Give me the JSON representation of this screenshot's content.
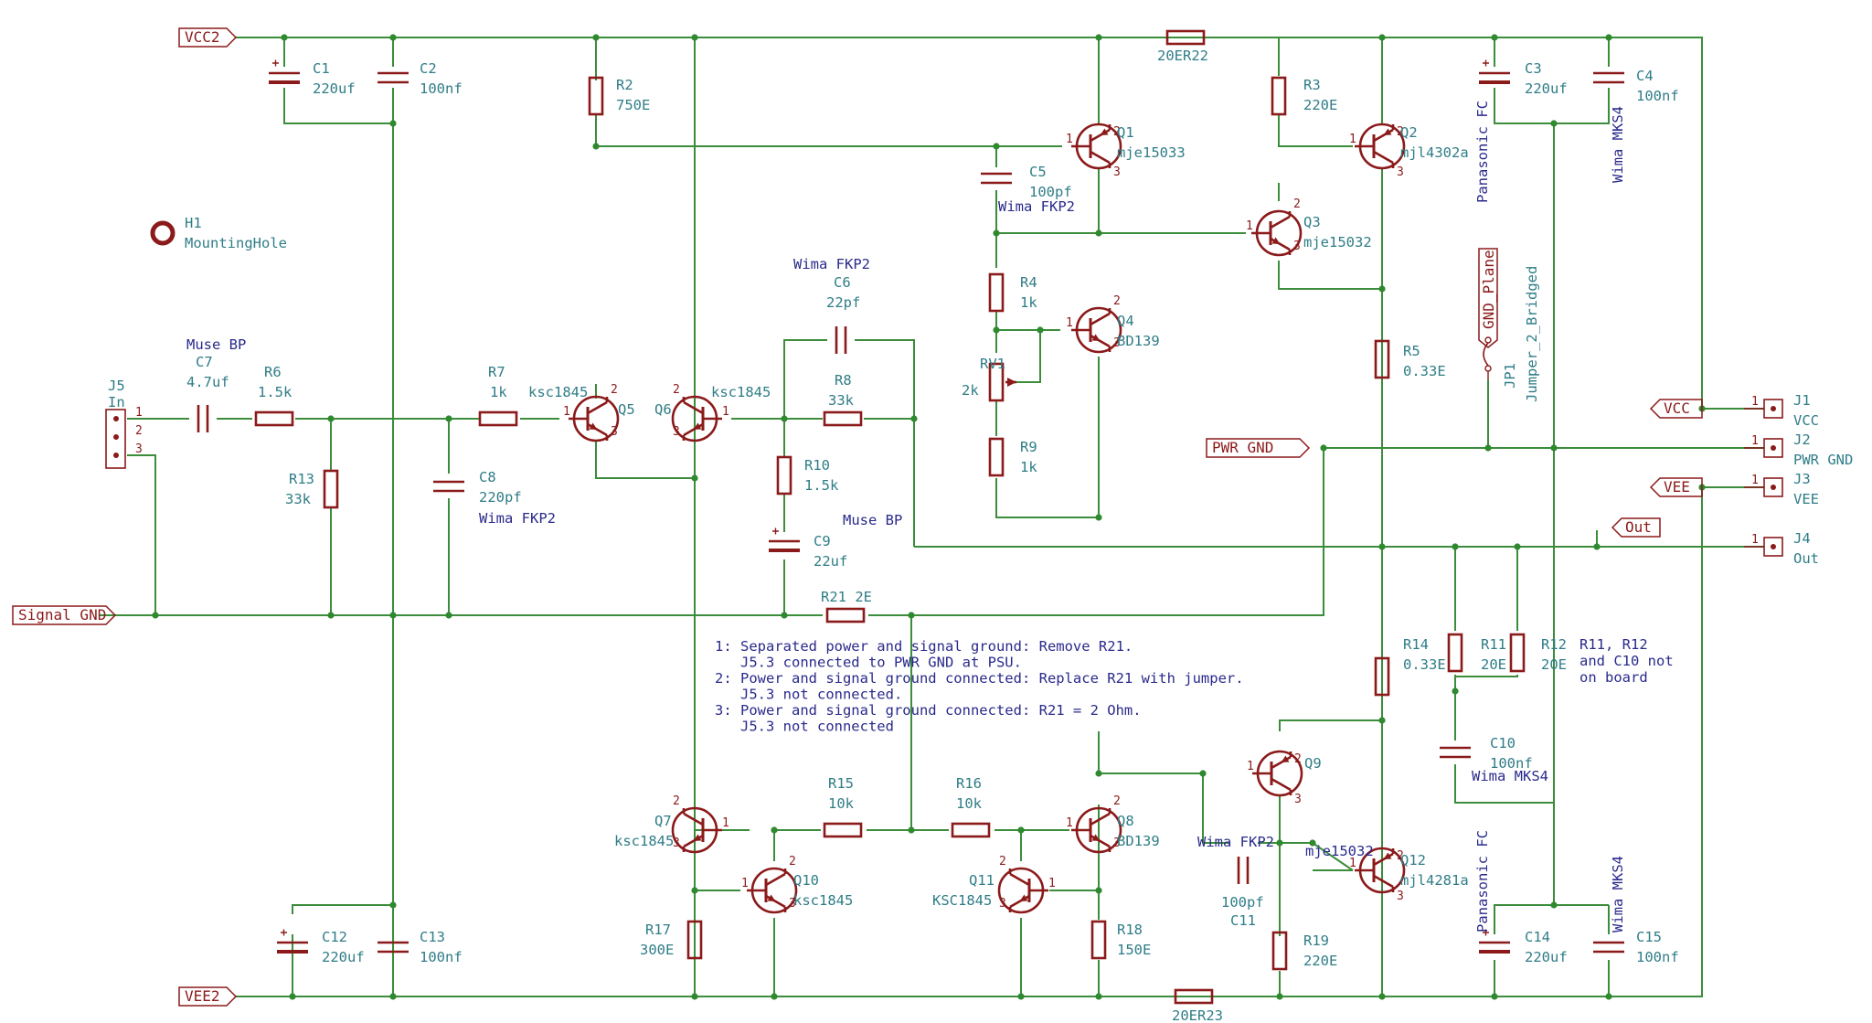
{
  "labels": {
    "vcc2": "VCC2",
    "vee2": "VEE2",
    "signal_gnd": "Signal GND",
    "pwr_gnd": "PWR GND",
    "vcc": "VCC",
    "vee": "VEE",
    "out": "Out",
    "gnd_plane": "GND_Plane"
  },
  "components": {
    "c1": {
      "ref": "C1",
      "val": "220uf"
    },
    "c2": {
      "ref": "C2",
      "val": "100nf"
    },
    "r2": {
      "ref": "R2",
      "val": "750E"
    },
    "q1": {
      "ref": "Q1",
      "val": "mje15033"
    },
    "c5": {
      "ref": "C5",
      "val": "100pf",
      "note": "Wima FKP2"
    },
    "r22": {
      "val": "20ER22"
    },
    "r3": {
      "ref": "R3",
      "val": "220E"
    },
    "q2": {
      "ref": "Q2",
      "val": "mjl4302a"
    },
    "c3": {
      "ref": "C3",
      "val": "220uf",
      "note": "Panasonic FC"
    },
    "c4": {
      "ref": "C4",
      "val": "100nf",
      "note": "Wima MKS4"
    },
    "h1": {
      "ref": "H1",
      "val": "MountingHole"
    },
    "q3": {
      "ref": "Q3",
      "val": "mje15032"
    },
    "c6": {
      "ref": "C6",
      "val": "22pf",
      "note": "Wima FKP2"
    },
    "r4": {
      "ref": "R4",
      "val": "1k"
    },
    "q4": {
      "ref": "Q4",
      "val": "BD139"
    },
    "c7": {
      "ref": "C7",
      "val": "4.7uf",
      "note": "Muse BP"
    },
    "r6": {
      "ref": "R6",
      "val": "1.5k"
    },
    "r7": {
      "ref": "R7",
      "val": "1k"
    },
    "q5": {
      "ref": "Q5",
      "val": "ksc1845"
    },
    "q6": {
      "ref": "Q6",
      "val": "ksc1845"
    },
    "r8": {
      "ref": "R8",
      "val": "33k"
    },
    "rv1": {
      "ref": "RV1",
      "val": "2k"
    },
    "r5": {
      "ref": "R5",
      "val": "0.33E"
    },
    "jp1": {
      "ref": "JP1",
      "val": "Jumper_2_Bridged"
    },
    "j5": {
      "ref": "J5",
      "val": "In"
    },
    "j1": {
      "ref": "J1",
      "val": "VCC"
    },
    "j2": {
      "ref": "J2",
      "val": "PWR GND"
    },
    "j3": {
      "ref": "J3",
      "val": "VEE"
    },
    "j4": {
      "ref": "J4",
      "val": "Out"
    },
    "r13": {
      "ref": "R13",
      "val": "33k"
    },
    "c8": {
      "ref": "C8",
      "val": "220pf",
      "note": "Wima FKP2"
    },
    "r10": {
      "ref": "R10",
      "val": "1.5k"
    },
    "r9": {
      "ref": "R9",
      "val": "1k"
    },
    "c9": {
      "ref": "C9",
      "val": "22uf",
      "note": "Muse BP"
    },
    "r21": {
      "val": "R21 2E"
    },
    "r14": {
      "ref": "R14",
      "val": "0.33E"
    },
    "r11": {
      "ref": "R11",
      "val": "20E"
    },
    "r12": {
      "ref": "R12",
      "val": "20E"
    },
    "r1112_note": [
      "R11, R12",
      "and C10 not",
      "on board"
    ],
    "c10": {
      "ref": "C10",
      "val": "100nf",
      "note": "Wima MKS4"
    },
    "q9": {
      "ref": "Q9"
    },
    "q7": {
      "ref": "Q7",
      "val": "ksc1845"
    },
    "r15": {
      "ref": "R15",
      "val": "10k"
    },
    "r16": {
      "ref": "R16",
      "val": "10k"
    },
    "q8": {
      "ref": "Q8",
      "val": "BD139"
    },
    "c11": {
      "ref": "C11",
      "val": "100pf",
      "note": "Wima FKP2"
    },
    "q12": {
      "ref": "Q12",
      "val": "mjl4281a",
      "note": "mje15032"
    },
    "q10": {
      "ref": "Q10",
      "val": "ksc1845"
    },
    "q11": {
      "ref": "Q11",
      "val": "KSC1845"
    },
    "r17": {
      "ref": "R17",
      "val": "300E"
    },
    "r18": {
      "ref": "R18",
      "val": "150E"
    },
    "r19": {
      "ref": "R19",
      "val": "220E"
    },
    "c12": {
      "ref": "C12",
      "val": "220uf"
    },
    "c13": {
      "ref": "C13",
      "val": "100nf"
    },
    "c14": {
      "ref": "C14",
      "val": "220uf",
      "note": "Panasonic FC"
    },
    "c15": {
      "ref": "C15",
      "val": "100nf",
      "note": "Wima MKS4"
    },
    "r23": {
      "val": "20ER23"
    }
  },
  "notes": [
    "1: Separated power and signal ground: Remove R21.",
    "   J5.3 connected to PWR GND at PSU.",
    "2: Power and signal ground connected: Replace R21 with jumper.",
    "   J5.3 not connected.",
    "3: Power and signal ground connected: R21 = 2 Ohm.",
    "   J5.3 not connected"
  ],
  "pins": {
    "p1": "1",
    "p2": "2",
    "p3": "3"
  },
  "colors": {
    "wire": "#3b8d3b",
    "component": "#8b1a1a",
    "ref_text": "#2f7d87",
    "note_text": "#2a2a8c",
    "junction": "#2f8a2f"
  }
}
